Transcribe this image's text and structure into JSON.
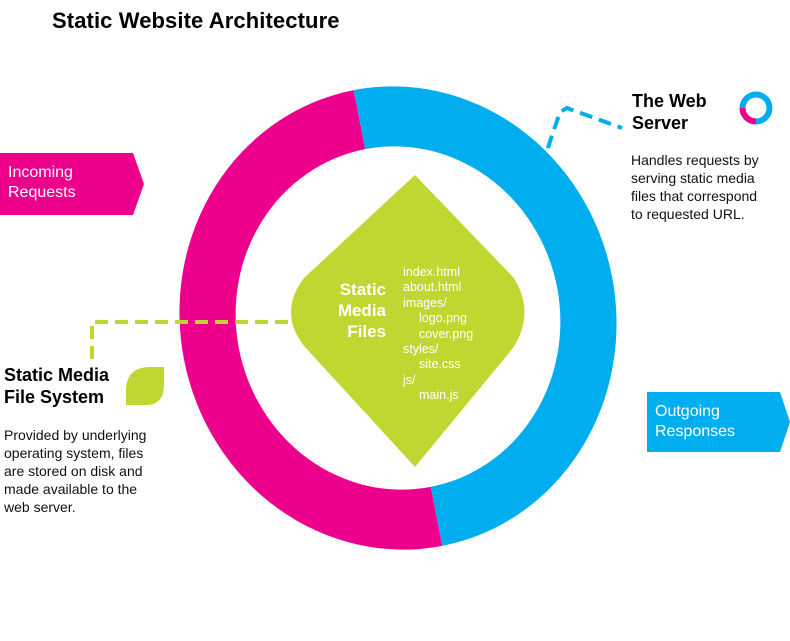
{
  "title": "Static Website Architecture",
  "colors": {
    "magenta": "#ec008c",
    "blue": "#00adef",
    "lime": "#bfd730",
    "white": "#ffffff"
  },
  "icons": {
    "web_server": "ring-icon",
    "file_system": "leaf-icon"
  },
  "center": {
    "title_lines": [
      "Static",
      "Media",
      "Files"
    ],
    "files": [
      {
        "name": "index.html",
        "indent": 0
      },
      {
        "name": "about.html",
        "indent": 0
      },
      {
        "name": "images/",
        "indent": 0
      },
      {
        "name": "logo.png",
        "indent": 1
      },
      {
        "name": "cover.png",
        "indent": 1
      },
      {
        "name": "styles/",
        "indent": 0
      },
      {
        "name": "site.css",
        "indent": 1
      },
      {
        "name": "js/",
        "indent": 0
      },
      {
        "name": "main.js",
        "indent": 1
      }
    ]
  },
  "incoming": {
    "lines": [
      "Incoming",
      "Requests"
    ]
  },
  "outgoing": {
    "lines": [
      "Outgoing",
      "Responses"
    ]
  },
  "web_server": {
    "heading_lines": [
      "The Web",
      "Server"
    ],
    "description_lines": [
      "Handles requests by",
      "serving static media",
      "files that correspond",
      "to requested URL."
    ]
  },
  "file_system": {
    "heading_lines": [
      "Static Media",
      "File System"
    ],
    "description_lines": [
      "Provided by underlying",
      "operating system, files",
      "are stored on disk and",
      "made available to the",
      "web server."
    ]
  }
}
